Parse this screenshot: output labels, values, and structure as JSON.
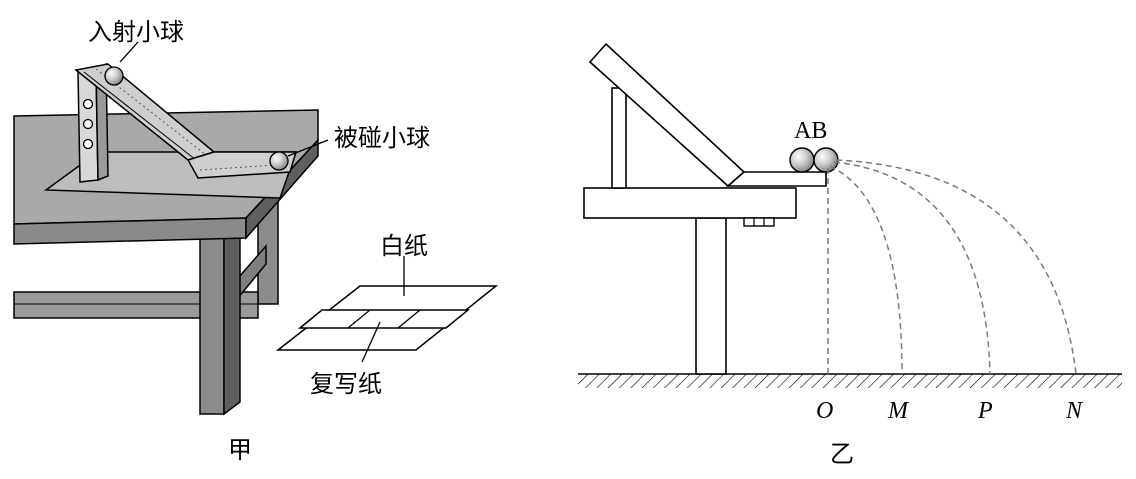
{
  "figure_left": {
    "caption": "甲",
    "labels": {
      "incident_ball": "入射小球",
      "target_ball": "被碰小球",
      "white_paper": "白纸",
      "carbon_paper": "复写纸"
    }
  },
  "figure_right": {
    "caption": "乙",
    "ball_labels": "AB",
    "ground_points": [
      "O",
      "M",
      "P",
      "N"
    ]
  },
  "colors": {
    "table_top": "#a9a9a9",
    "table_side": "#7f7f7f",
    "table_dark": "#5f5f5f",
    "ball": "#c8c8c8",
    "trajectory": "#7a7a7a",
    "outline": "#000000"
  }
}
